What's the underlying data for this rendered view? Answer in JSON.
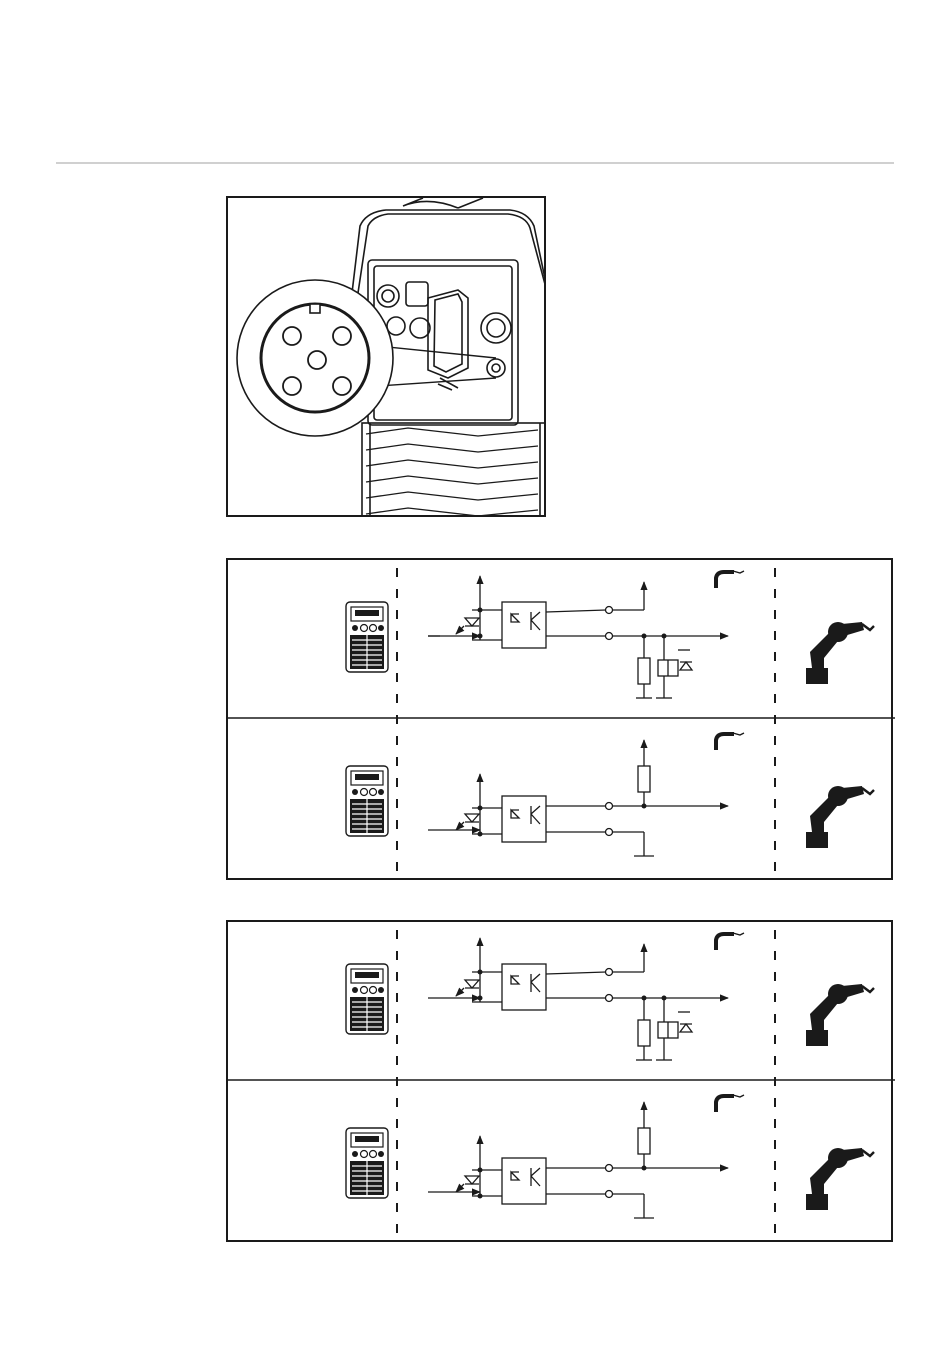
{
  "page": {
    "background": "#ffffff",
    "rule_color": "#d0d0d0",
    "line_color": "#1a1a1a"
  },
  "connector_photo": {
    "socket_pins": 5,
    "key_notch": "top"
  },
  "panels": [
    {
      "name": "panel-a",
      "circuits": [
        {
          "name": "circuit-1",
          "variant": "pull-up-output-relay-load"
        },
        {
          "name": "circuit-2",
          "variant": "pull-up-resistor-open-collector"
        }
      ]
    },
    {
      "name": "panel-b",
      "circuits": [
        {
          "name": "circuit-3",
          "variant": "pull-up-output-relay-load"
        },
        {
          "name": "circuit-4",
          "variant": "pull-up-resistor-open-collector"
        }
      ]
    }
  ],
  "icons": {
    "left": "welding-power-source-icon",
    "right": "welding-robot-icon",
    "torch": "welding-torch-icon"
  }
}
